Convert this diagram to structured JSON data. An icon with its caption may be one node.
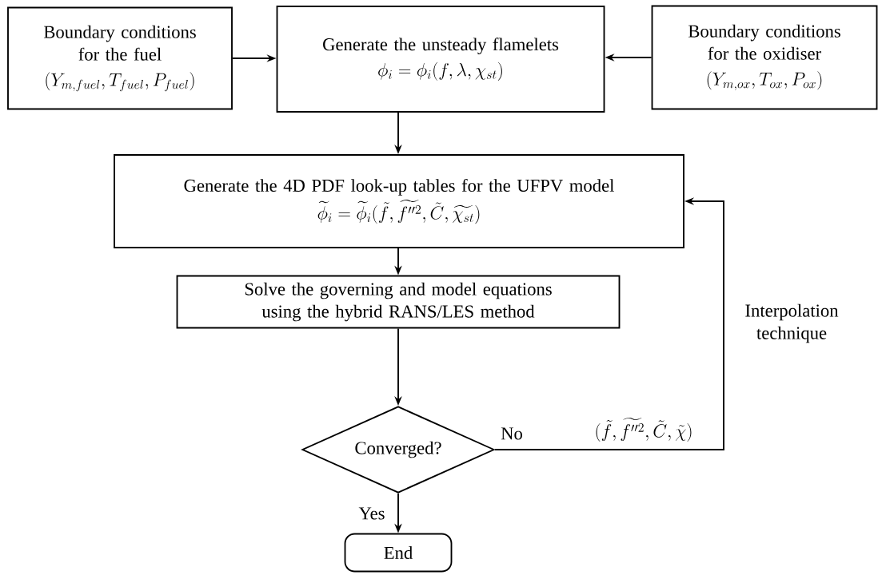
{
  "diagram": {
    "nodes": [
      {
        "text": [
          "Boundary conditions for the fuel",
          "(Y_{m,fuel}, T_{fuel}, P_{fuel})"
        ]
      },
      {
        "text": [
          "Generate the unsteady flamelets",
          "\\phi_i = \\phi_i(f, \\lambda, \\chi_{st})"
        ]
      },
      {
        "text": [
          "Boundary conditions for the oxidiser",
          "(Y_{m,ox}, T_{ox}, P_{ox})"
        ]
      },
      {
        "text": [
          "Generate the 4D PDF look-up tables for the UFPV model",
          "\\widetilde{\\phi}_i = \\widetilde{\\phi}_i(\\tilde{f}, \\widetilde{f''^{2}}, \\tilde{C}, \\widetilde{\\chi_{st}})"
        ]
      },
      {
        "text": [
          "Solve the governing and model equations using the hybrid RANS/LES method"
        ]
      },
      {
        "text": [
          "Converged?"
        ]
      },
      {
        "text": [
          "End"
        ]
      }
    ],
    "edges": [
      {
        "from": 0,
        "to": 1,
        "arrow": "to"
      },
      {
        "from": 2,
        "to": 1,
        "arrow": "to"
      },
      {
        "from": 1,
        "to": 3,
        "arrow": "to"
      },
      {
        "from": 3,
        "to": 4,
        "arrow": "to"
      },
      {
        "from": 4,
        "to": 5,
        "arrow": "to"
      },
      {
        "from": 5,
        "to": 3,
        "arrow": "to",
        "label": "No"
      },
      {
        "from": 5,
        "to": 6,
        "arrow": "to",
        "label": "Yes"
      }
    ],
    "labels": [
      "(\\tilde{f}, \\widetilde{f''^{2}}, \\tilde{C}, \\tilde{\\chi})",
      "Interpolation technique"
    ]
  }
}
